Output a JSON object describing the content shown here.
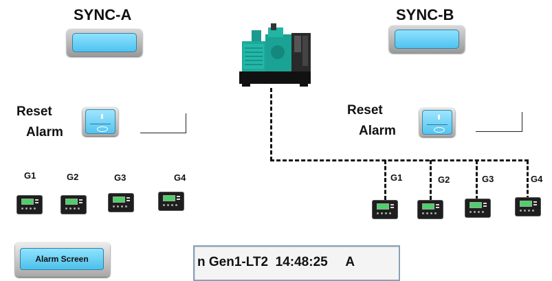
{
  "sync_a": {
    "title": "SYNC-A"
  },
  "sync_b": {
    "title": "SYNC-B"
  },
  "reset_alarm_a": {
    "line1": "Reset",
    "line2": "Alarm"
  },
  "reset_alarm_b": {
    "line1": "Reset",
    "line2": "Alarm"
  },
  "gens_a": [
    "G1",
    "G2",
    "G3",
    "G4"
  ],
  "gens_b": [
    "G1",
    "G2",
    "G3",
    "G4"
  ],
  "alarm_screen_button": {
    "label": "Alarm Screen"
  },
  "alarm_ticker": {
    "text": "n Gen1-LT2  14:48:25     A"
  },
  "colors": {
    "button_face": "#5ec8f0",
    "controller_screen": "#4fcf6a"
  },
  "icons": {
    "generator": "diesel-generator-icon",
    "controller": "genset-controller-icon"
  }
}
